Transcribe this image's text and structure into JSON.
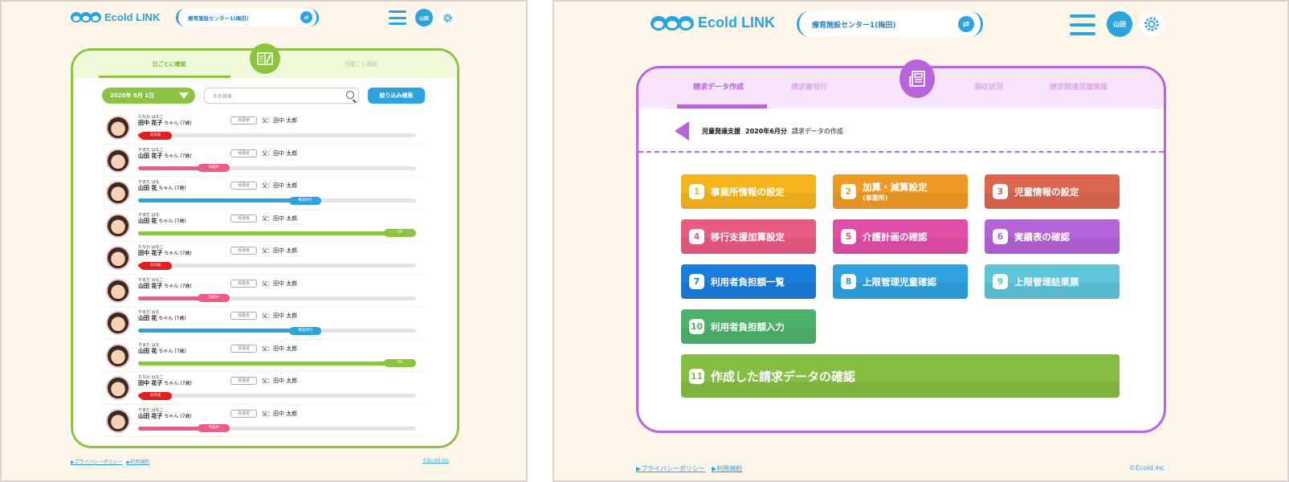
{
  "app": {
    "name": "Ecold LINK",
    "facility": "療育施設センター1(梅田)",
    "user_initials": "山田"
  },
  "colors": {
    "brand_blue": "#2aa3df",
    "green": "#8cc341",
    "purple": "#b963dd",
    "background": "#fdf4ea",
    "red": "#e02020",
    "pink": "#ef5b85"
  },
  "left": {
    "tabs": [
      "日ごとに確認",
      "児童ごと確認"
    ],
    "active_tab": 0,
    "date": "2020年 8月 1日",
    "search_placeholder": "氏名検索",
    "filter_button": "絞り込み検索",
    "rows": [
      {
        "kana": "たなか はなこ",
        "name": "田中 花子",
        "suffix": " ちゃん (7歳)",
        "role": "保護者",
        "parent": "父：田中 太郎",
        "status": "未作成",
        "progress": 12,
        "color": "#e02020"
      },
      {
        "kana": "やまだ はなこ",
        "name": "山田 花子",
        "suffix": " ちゃん (7歳)",
        "role": "保護者",
        "parent": "父：田中 太郎",
        "status": "作成中",
        "progress": 33,
        "color": "#ef5b85"
      },
      {
        "kana": "やまだ はな",
        "name": "山田 花",
        "suffix": " ちゃん (7歳)",
        "role": "保護者",
        "parent": "父：田中 太郎",
        "status": "確認待ち",
        "progress": 66,
        "color": "#2aa3df"
      },
      {
        "kana": "やまだ はな",
        "name": "山田 花",
        "suffix": " ちゃん (7歳)",
        "role": "保護者",
        "parent": "父：田中 太郎",
        "status": "OK",
        "progress": 100,
        "color": "#8cc341"
      },
      {
        "kana": "たなか はなこ",
        "name": "田中 花子",
        "suffix": " ちゃん (7歳)",
        "role": "保護者",
        "parent": "父：田中 太郎",
        "status": "未作成",
        "progress": 12,
        "color": "#e02020"
      },
      {
        "kana": "やまだ はなこ",
        "name": "山田 花子",
        "suffix": " ちゃん (7歳)",
        "role": "保護者",
        "parent": "父：田中 太郎",
        "status": "作成中",
        "progress": 33,
        "color": "#ef5b85"
      },
      {
        "kana": "やまだ はな",
        "name": "山田 花",
        "suffix": " ちゃん (7歳)",
        "role": "保護者",
        "parent": "父：田中 太郎",
        "status": "確認待ち",
        "progress": 66,
        "color": "#2aa3df"
      },
      {
        "kana": "やまだ はな",
        "name": "山田 花",
        "suffix": " ちゃん (7歳)",
        "role": "保護者",
        "parent": "父：田中 太郎",
        "status": "OK",
        "progress": 100,
        "color": "#8cc341"
      },
      {
        "kana": "たなか はなこ",
        "name": "田中 花子",
        "suffix": " ちゃん (7歳)",
        "role": "保護者",
        "parent": "父：田中 太郎",
        "status": "未作成",
        "progress": 12,
        "color": "#e02020"
      },
      {
        "kana": "やまだ はなこ",
        "name": "山田 花子",
        "suffix": " ちゃん (7歳)",
        "role": "保護者",
        "parent": "父：田中 太郎",
        "status": "作成中",
        "progress": 33,
        "color": "#ef5b85"
      }
    ]
  },
  "right": {
    "tabs": [
      "請求データ作成",
      "請求書発行",
      "領収状況",
      "請求関連児童情報"
    ],
    "active_tab": 0,
    "breadcrumb": {
      "service": "児童発達支援",
      "period": "2020年6月分",
      "page": "請求データの作成"
    },
    "steps": [
      {
        "num": "1",
        "label": "事業所情報の設定",
        "sub": "",
        "color": "#f5b41c"
      },
      {
        "num": "2",
        "label": "加算・減算設定",
        "sub": "(事業所)",
        "color": "#ef9a24"
      },
      {
        "num": "3",
        "label": "児童情報の設定",
        "sub": "",
        "color": "#dc6650"
      },
      {
        "num": "4",
        "label": "移行支援加算設定",
        "sub": "",
        "color": "#ea5b82"
      },
      {
        "num": "5",
        "label": "介護計画の確認",
        "sub": "",
        "color": "#e14ea8"
      },
      {
        "num": "6",
        "label": "実績表の確認",
        "sub": "",
        "color": "#b662d8"
      },
      {
        "num": "7",
        "label": "利用者負担額一覧",
        "sub": "",
        "color": "#1a7ddd"
      },
      {
        "num": "8",
        "label": "上限管理児童確認",
        "sub": "",
        "color": "#2ea1df"
      },
      {
        "num": "9",
        "label": "上限管理結果票",
        "sub": "",
        "color": "#5ec5db"
      },
      {
        "num": "10",
        "label": "利用者負担額入力",
        "sub": "",
        "color": "#4db26a"
      },
      {
        "num": "11",
        "label": "作成した請求データの確認",
        "sub": "",
        "color": "#86bd43"
      }
    ]
  },
  "footer": {
    "privacy": "▶プライバシーポリシー",
    "terms": "▶利用規約",
    "copyright": "©Ecold.inc"
  }
}
